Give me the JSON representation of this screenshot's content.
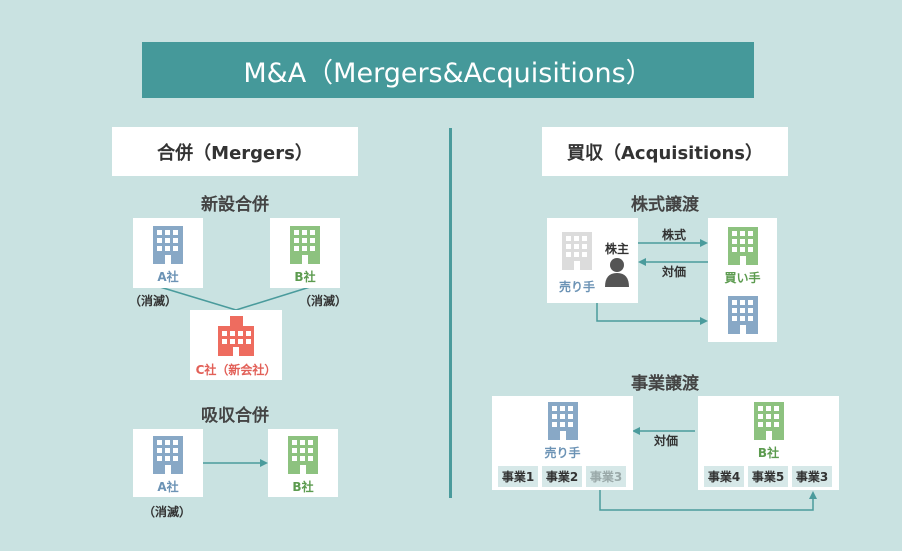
{
  "title": "M&A（Mergers&Acquisitions）",
  "mergers": {
    "header": "合併（Mergers）",
    "shinsetsu": {
      "heading": "新設合併",
      "company_a": "A社",
      "company_b": "B社",
      "note_a": "（消滅）",
      "note_b": "（消滅）",
      "company_c": "C社（新会社）"
    },
    "kyushu": {
      "heading": "吸収合併",
      "company_a": "A社",
      "company_b": "B社",
      "note_a": "（消滅）"
    }
  },
  "acquisitions": {
    "header": "買収（Acquisitions）",
    "kabushiki": {
      "heading": "株式譲渡",
      "shareholder": "株主",
      "seller": "売り手",
      "buyer": "買い手",
      "arrow_stock": "株式",
      "arrow_price": "対価"
    },
    "jigyo": {
      "heading": "事業譲渡",
      "seller": "売り手",
      "company_b": "B社",
      "arrow_price": "対価",
      "seller_units": [
        "事業1",
        "事業2",
        "事業3"
      ],
      "buyer_units": [
        "事業4",
        "事業5",
        "事業3"
      ]
    }
  },
  "colors": {
    "background": "#c9e2e1",
    "banner": "#45999a",
    "teal_line": "#4a9b9c",
    "blue_building": "#88a8c6",
    "green_building": "#8dc27f",
    "red_building": "#ee6c5f",
    "gray_building": "#dcdcdc"
  }
}
